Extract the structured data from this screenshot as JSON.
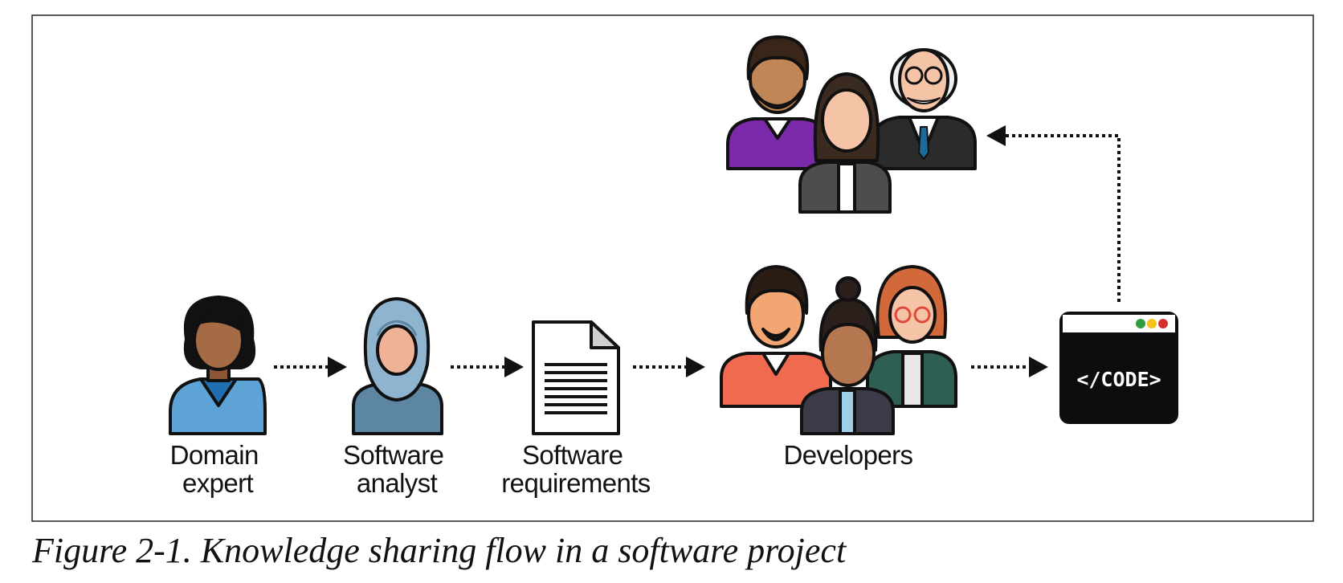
{
  "diagram": {
    "nodes": {
      "domain_expert": [
        "Domain",
        "expert"
      ],
      "software_analyst": [
        "Software",
        "analyst"
      ],
      "software_requirements": [
        "Software",
        "requirements"
      ],
      "developers": "Developers",
      "code_window": "</CODE>"
    },
    "icons": {
      "domain_expert": "person-icon",
      "software_analyst": "person-hijab-icon",
      "software_requirements": "document-icon",
      "developers": "people-group-icon",
      "stakeholders": "people-group-icon",
      "code_window": "code-window-icon"
    },
    "colors": {
      "outline": "#111111",
      "window_dot_green": "#2e9e3e",
      "window_dot_yellow": "#f4c21a",
      "window_dot_red": "#d1332c"
    }
  },
  "caption": "Figure 2-1. Knowledge sharing flow in a software project"
}
